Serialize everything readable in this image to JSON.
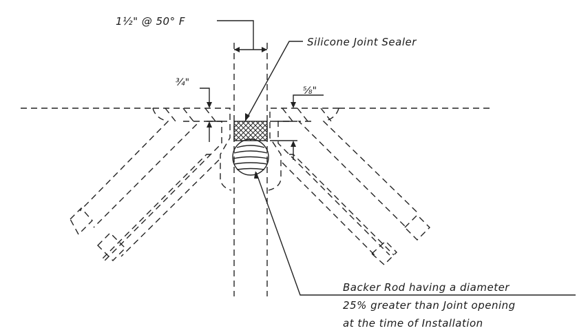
{
  "labels": {
    "joint_width": "1½\" @ 50° F",
    "sealer": "Silicone Joint Sealer",
    "left_depth": "¾\"",
    "right_depth": "⅝\"",
    "backer_rod_line1": "Backer Rod having a diameter",
    "backer_rod_line2": "25% greater than Joint opening",
    "backer_rod_line3": "at the time of Installation"
  }
}
